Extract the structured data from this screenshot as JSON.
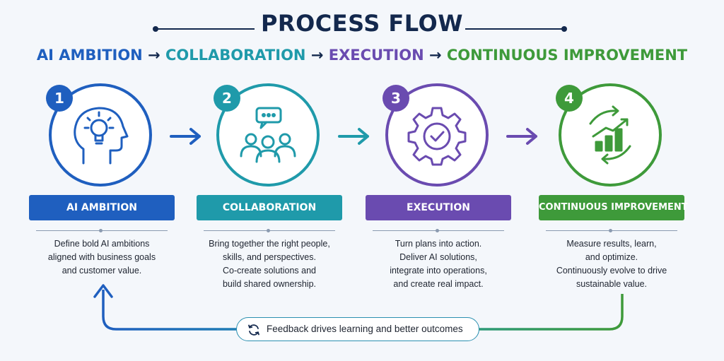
{
  "title": "PROCESS FLOW",
  "subtitle": {
    "parts": [
      "AI AMBITION",
      "COLLABORATION",
      "EXECUTION",
      "CONTINUOUS IMPROVEMENT"
    ],
    "arrow": "→"
  },
  "colors": {
    "step1": "#1f5fbf",
    "step2": "#1f9aaa",
    "step3": "#6a4bb0",
    "step4": "#3e9a3a",
    "title": "#13284d"
  },
  "steps": [
    {
      "number": "1",
      "icon": "ai-head-lightbulb-icon",
      "label": "AI AMBITION",
      "desc": [
        "Define bold AI ambitions",
        "aligned with business goals",
        "and customer value."
      ]
    },
    {
      "number": "2",
      "icon": "team-chat-icon",
      "label": "COLLABORATION",
      "desc": [
        "Bring together the right people,",
        "skills, and perspectives.",
        "Co-create solutions and",
        "build shared ownership."
      ]
    },
    {
      "number": "3",
      "icon": "gear-check-icon",
      "label": "EXECUTION",
      "desc": [
        "Turn plans into action.",
        "Deliver AI solutions,",
        "integrate into operations,",
        "and create real impact."
      ]
    },
    {
      "number": "4",
      "icon": "growth-chart-cycle-icon",
      "label": "CONTINUOUS IMPROVEMENT",
      "desc": [
        "Measure results, learn,",
        "and optimize.",
        "Continuously evolve to drive",
        "sustainable value."
      ]
    }
  ],
  "feedback": {
    "icon": "refresh-icon",
    "text": "Feedback drives learning and better outcomes"
  }
}
